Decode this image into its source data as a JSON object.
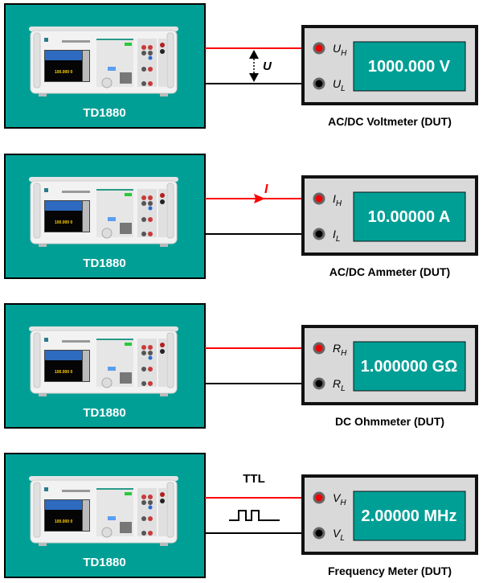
{
  "colors": {
    "teal": "#009f96",
    "red": "#ff0000",
    "dut_body": "#d9d9d9",
    "wire_low": "#000000"
  },
  "panels": [
    {
      "source": "TD1880",
      "screen": "100.000 0",
      "dut_label": "AC/DC Voltmeter (DUT)",
      "reading": "1000.000 V",
      "term_h": "U",
      "term_h_sub": "H",
      "term_l": "U",
      "term_l_sub": "L",
      "annotation": "U",
      "annotation_type": "voltage-arrow"
    },
    {
      "source": "TD1880",
      "screen": "100.000 0",
      "dut_label": "AC/DC Ammeter (DUT)",
      "reading": "10.00000 A",
      "term_h": "I",
      "term_h_sub": "H",
      "term_l": "I",
      "term_l_sub": "L",
      "annotation": "I",
      "annotation_type": "current-arrow"
    },
    {
      "source": "TD1880",
      "screen": "100.000 0",
      "dut_label": "DC Ohmmeter (DUT)",
      "reading": "1.000000 GΩ",
      "term_h": "R",
      "term_h_sub": "H",
      "term_l": "R",
      "term_l_sub": "L",
      "annotation": "",
      "annotation_type": "none"
    },
    {
      "source": "TD1880",
      "screen": "100.000 0",
      "dut_label": "Frequency Meter (DUT)",
      "reading": "2.00000 MHz",
      "term_h": "V",
      "term_h_sub": "H",
      "term_l": "V",
      "term_l_sub": "L",
      "annotation": "TTL",
      "annotation_type": "square-wave"
    }
  ]
}
